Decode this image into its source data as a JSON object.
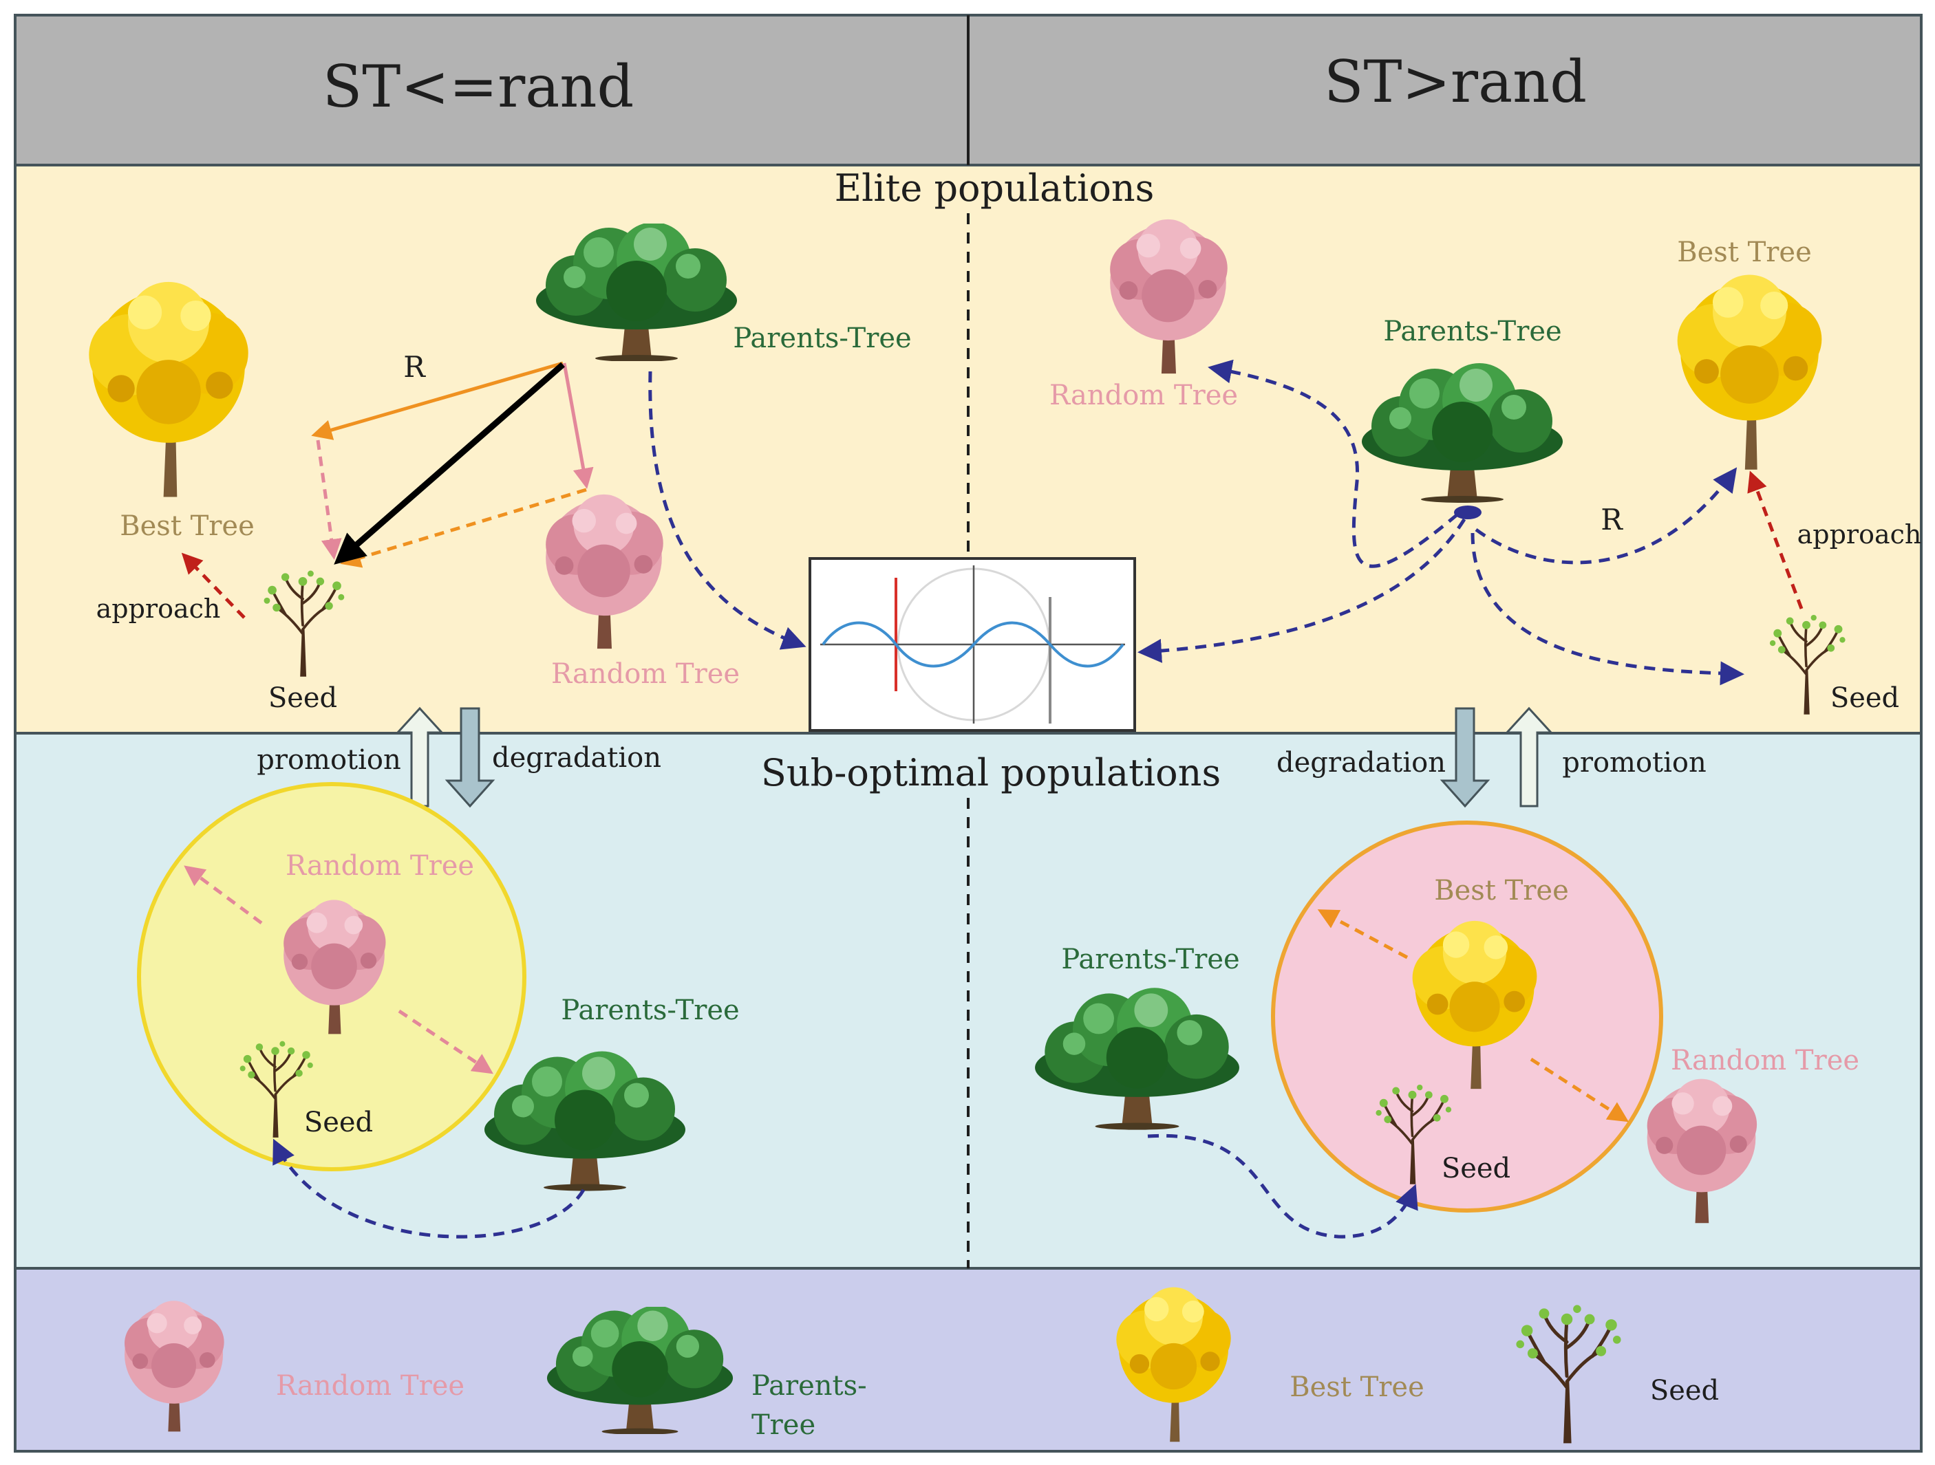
{
  "header": {
    "left_condition": "ST<=rand",
    "right_condition": "ST>rand"
  },
  "sections": {
    "elite_title": "Elite populations",
    "suboptimal_title": "Sub-optimal populations"
  },
  "labels": {
    "best_tree": "Best Tree",
    "random_tree": "Random Tree",
    "parents_tree": "Parents-Tree",
    "seed": "Seed",
    "approach": "approach",
    "promotion": "promotion",
    "degradation": "degradation",
    "r": "R"
  },
  "legend": {
    "random_tree": "Random Tree",
    "parents_line1": "Parents-",
    "parents_line2": "Tree",
    "best_tree": "Best Tree",
    "seed": "Seed"
  },
  "colors": {
    "header_bg": "#b3b3b3",
    "elite_bg": "#fdf1cc",
    "suboptimal_bg": "#daedf0",
    "legend_bg": "#cbcdec",
    "frame": "#45545a",
    "best_label": "#a28a55",
    "random_label": "#e59aa8",
    "parents_label": "#2a6a3a",
    "dark_text": "#1e1e1e",
    "flow_arrow": "#2e3192",
    "approach_arrow": "#c0201a",
    "r_arrow": "#ef9120",
    "pink_arrow": "#e3879a",
    "vector_arrow": "#000000",
    "yellow_circle_fill": "#f6f3a6",
    "yellow_circle_stroke": "#f1d72c",
    "pink_circle_fill": "#f6cbd9",
    "pink_circle_stroke": "#eea531",
    "sine_curve": "#3e8fd0"
  },
  "icons": {
    "best_tree": "yellow-tree-icon",
    "random_tree": "pink-tree-icon",
    "parents_tree": "green-tree-icon",
    "seed": "sapling-icon",
    "chart": "sine-chart-icon"
  }
}
